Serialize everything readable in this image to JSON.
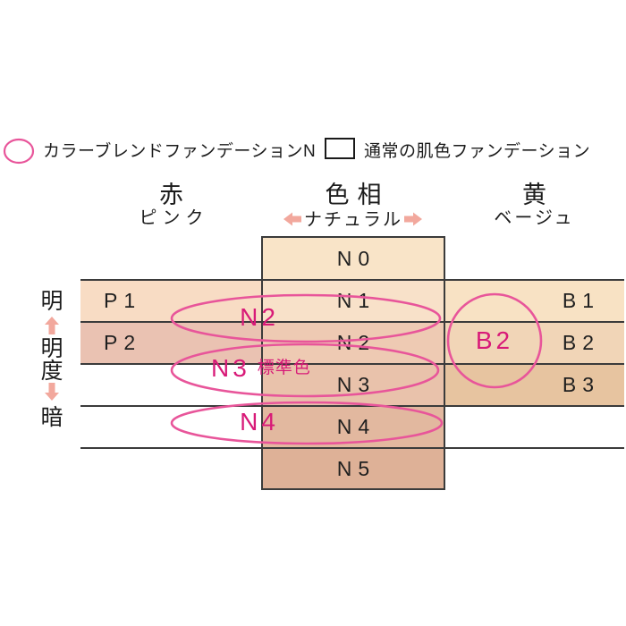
{
  "colors": {
    "pink_stroke": "#e8559a",
    "pink_text": "#d81a78",
    "salmon": "#f2a89d",
    "grid_line": "#3b3b3b"
  },
  "legend": {
    "blend_label": "カラーブレンドファンデーションN",
    "normal_label": "通常の肌色ファンデーション"
  },
  "headers": {
    "red": {
      "title": "赤",
      "sub": "ピンク"
    },
    "hue": {
      "title": "色相",
      "sub": "ナチュラル"
    },
    "yellow": {
      "title": "黄",
      "sub": "ベージュ"
    }
  },
  "axis": {
    "bright": "明",
    "mei": "明",
    "do": "度",
    "dark": "暗"
  },
  "cells": {
    "p": [
      {
        "label": "P1",
        "color": "#f8dcc4"
      },
      {
        "label": "P2",
        "color": "#eac2b2"
      }
    ],
    "n": [
      {
        "label": "N0",
        "color": "#f9e4c8"
      },
      {
        "label": "N1",
        "color": "#f8e1c9"
      },
      {
        "label": "N2",
        "color": "#eecab3"
      },
      {
        "label": "N3",
        "color": "#e9c2ab"
      },
      {
        "label": "N4",
        "color": "#e2b89f"
      },
      {
        "label": "N5",
        "color": "#deb197"
      }
    ],
    "b": [
      {
        "label": "B1",
        "color": "#f8e2c4"
      },
      {
        "label": "B2",
        "color": "#f1d5b7"
      },
      {
        "label": "B3",
        "color": "#e7c4a0"
      }
    ]
  },
  "annotations": {
    "n2": "N2",
    "n3": "N3",
    "n3_note": "標準色",
    "n4": "N4",
    "b2": "B2"
  }
}
